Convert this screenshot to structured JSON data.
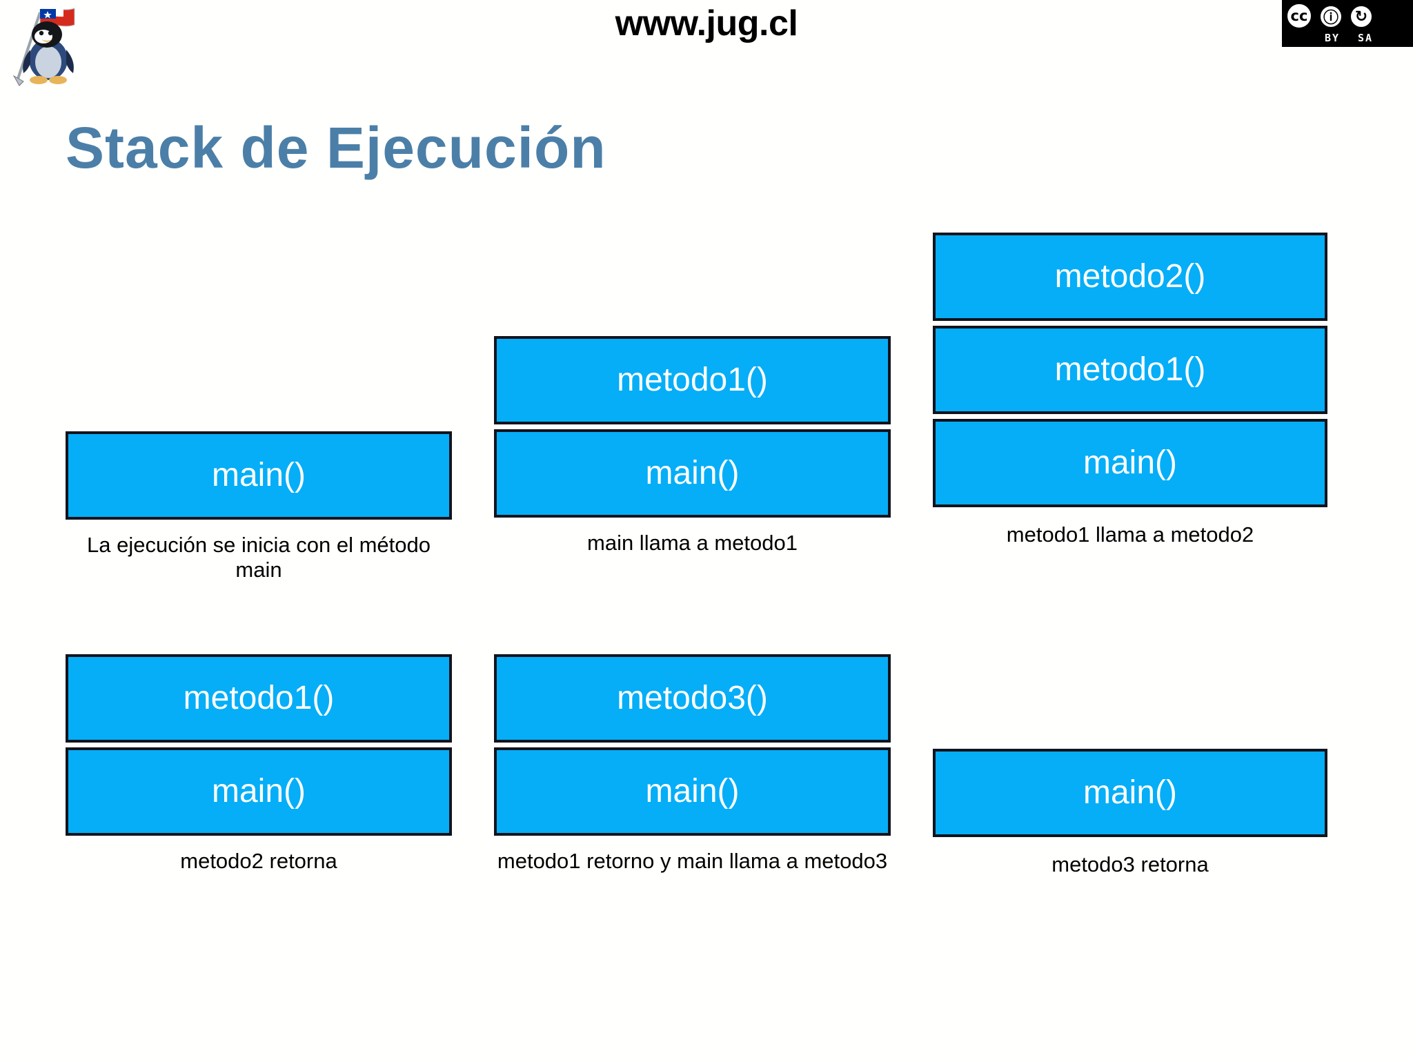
{
  "header": {
    "site_url": "www.jug.cl",
    "logo_name": "tux-penguin-chilean-flag-logo",
    "license": {
      "mark": "cc",
      "attribution_icon": "person-icon",
      "sharealike_icon": "share-alike-icon",
      "attribution_label": "BY",
      "sharealike_label": "SA"
    }
  },
  "title": "Stack de Ejecución",
  "colors": {
    "title": "#4b7fa8",
    "frame_fill": "#05aef7",
    "frame_border": "#11131d",
    "frame_text": "#ffffff",
    "caption_text": "#000000",
    "background": "#ffffff"
  },
  "diagram": {
    "type": "call-stack-sequence",
    "groups": [
      {
        "id": "group-1",
        "frames": [
          "main()"
        ],
        "caption": "La ejecución se inicia con el método main"
      },
      {
        "id": "group-2",
        "frames": [
          "metodo1()",
          "main()"
        ],
        "caption": "main llama a metodo1"
      },
      {
        "id": "group-3",
        "frames": [
          "metodo2()",
          "metodo1()",
          "main()"
        ],
        "caption": "metodo1 llama a metodo2"
      },
      {
        "id": "group-4",
        "frames": [
          "metodo1()",
          "main()"
        ],
        "caption": "metodo2 retorna"
      },
      {
        "id": "group-5",
        "frames": [
          "metodo3()",
          "main()"
        ],
        "caption": "metodo1 retorno y main llama a metodo3"
      },
      {
        "id": "group-6",
        "frames": [
          "main()"
        ],
        "caption": "metodo3 retorna"
      }
    ]
  }
}
